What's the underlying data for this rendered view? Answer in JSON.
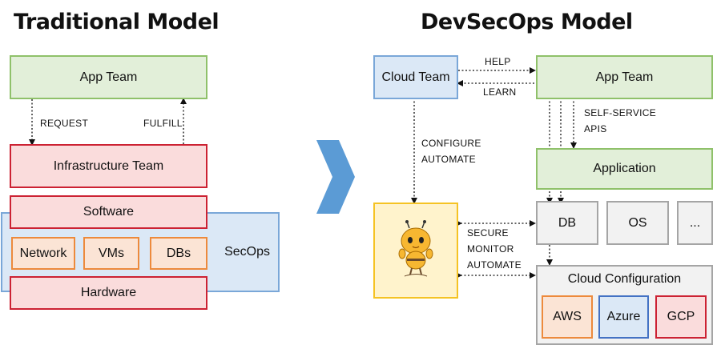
{
  "left": {
    "title": "Traditional Model",
    "app_team": "App Team",
    "request": "REQUEST",
    "fulfill": "FULFILL",
    "infrastructure_team": "Infrastructure Team",
    "software": "Software",
    "network": "Network",
    "vms": "VMs",
    "dbs": "DBs",
    "secops": "SecOps",
    "hardware": "Hardware"
  },
  "right": {
    "title": "DevSecOps Model",
    "cloud_team": "Cloud Team",
    "help": "HELP",
    "learn": "LEARN",
    "app_team": "App Team",
    "self_service_1": "SELF-SERVICE",
    "self_service_2": "APIS",
    "configure": "CONFIGURE",
    "automate": "AUTOMATE",
    "application": "Application",
    "db": "DB",
    "os": "OS",
    "more": "...",
    "secure": "SECURE",
    "monitor": "MONITOR",
    "automate2": "AUTOMATE",
    "cloud_configuration": "Cloud Configuration",
    "aws": "AWS",
    "azure": "Azure",
    "gcp": "GCP"
  },
  "colors": {
    "green_fill": "#e2efd9",
    "red_fill": "#fadcdc",
    "orange_fill": "#fbe4d5",
    "blue_fill": "#dbe8f6",
    "grey_fill": "#f2f2f2",
    "yellow_fill": "#fff3cc",
    "chevron": "#5b9bd5"
  }
}
